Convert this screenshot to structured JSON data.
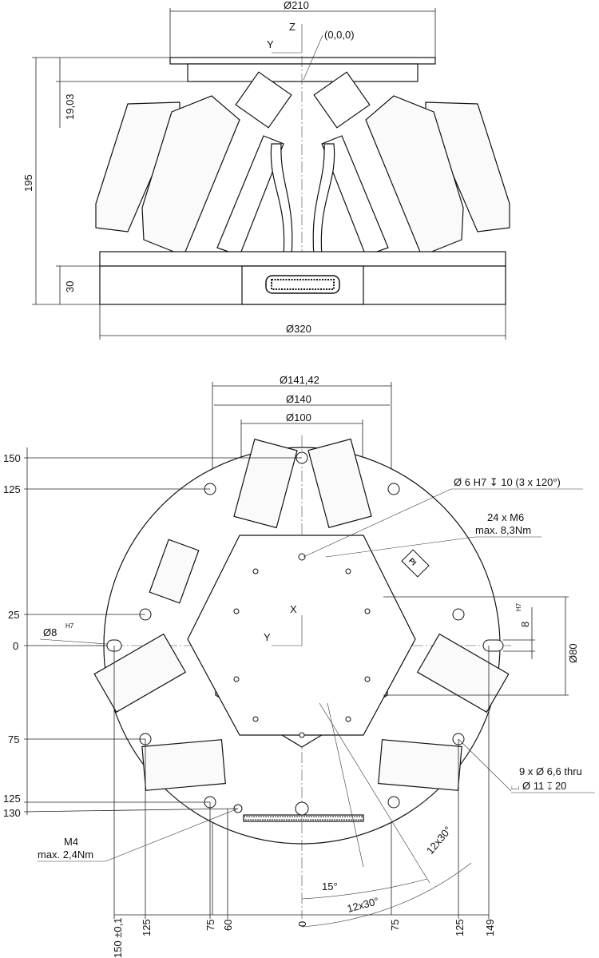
{
  "top_view": {
    "dia_platform": "Ø210",
    "axis_z": "Z",
    "axis_y": "Y",
    "origin": "(0,0,0)",
    "height_pivot": "19,03",
    "height_total": "195",
    "height_base": "30",
    "dia_base": "Ø320"
  },
  "bottom_view": {
    "dia_14142": "Ø141,42",
    "dia_140": "Ø140",
    "dia_100": "Ø100",
    "dia_80": "Ø80",
    "axis_x": "X",
    "axis_y": "Y",
    "pin_hole_note": "Ø 6 H7 ↧ 10 (3 x 120°)",
    "m6_note_line1": "24 x M6",
    "m6_note_line2": "max. 8,3Nm",
    "slot_left": "Ø8",
    "slot_left_tol": "H7",
    "slot_right": "8",
    "slot_right_tol": "H7",
    "thru_note_line1": "9 x Ø 6,6 thru",
    "thru_note_line2": "⌴ Ø 11 ↧ 20",
    "m4_note_line1": "M4",
    "m4_note_line2": "max. 2,4Nm",
    "angle_15": "15°",
    "angle_12x30_a": "12x30°",
    "angle_12x30_b": "12x30°",
    "logo": "PI",
    "y_ticks": [
      "150",
      "125",
      "25",
      "0",
      "75",
      "125",
      "130"
    ],
    "x_ticks": [
      "150 ±0,1",
      "125",
      "75",
      "60",
      "0",
      "75",
      "125",
      "149"
    ]
  }
}
